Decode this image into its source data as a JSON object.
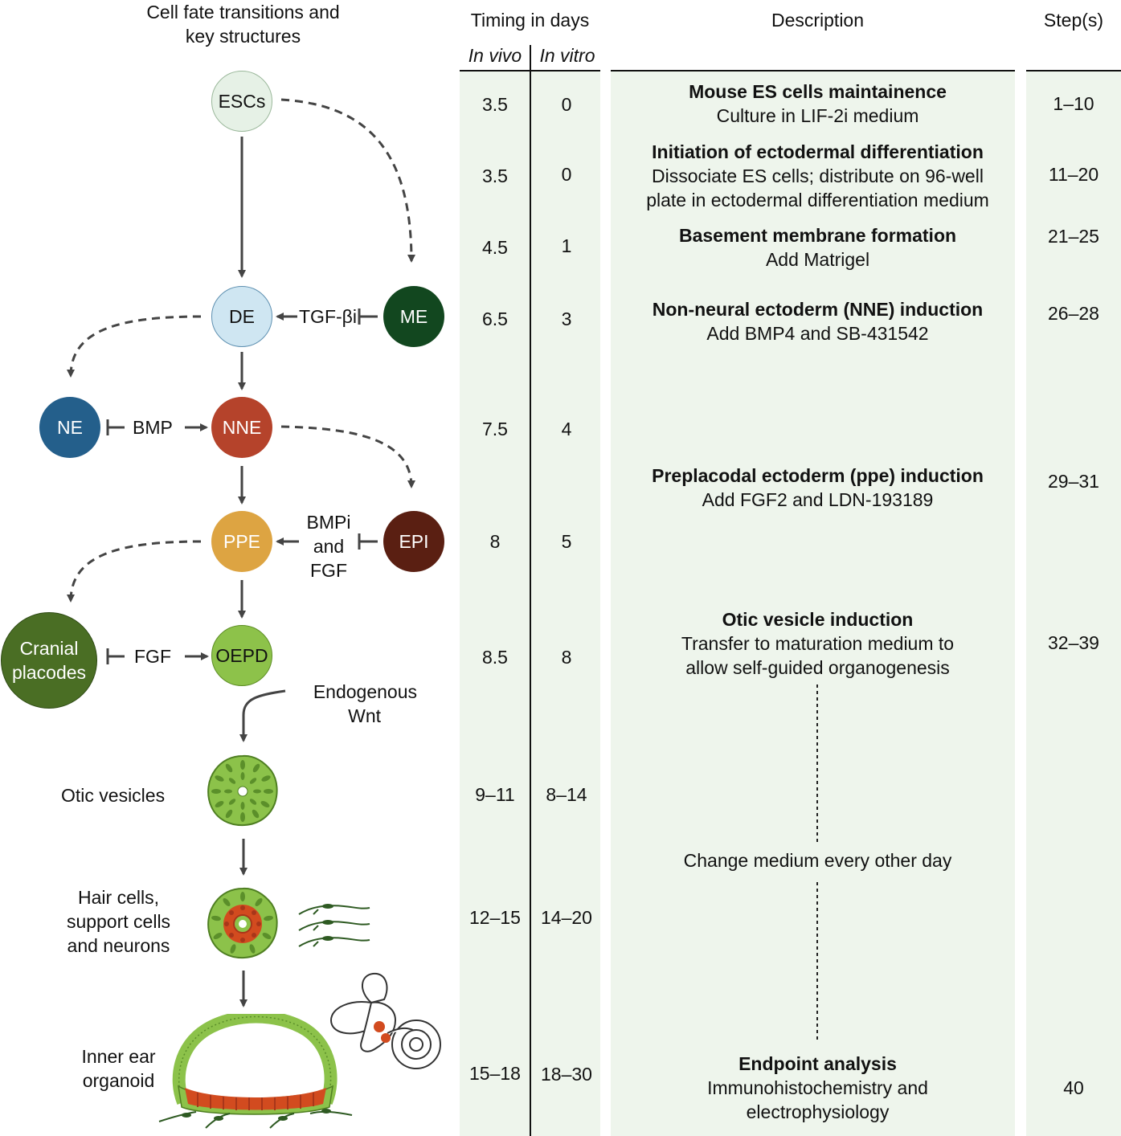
{
  "headers": {
    "cell_fate_line1": "Cell fate transitions and",
    "cell_fate_line2": "key structures",
    "timing": "Timing in days",
    "in_vivo": "In vivo",
    "in_vitro": "In vitro",
    "description": "Description",
    "steps": "Step(s)"
  },
  "nodes": {
    "escs": "ESCs",
    "de": "DE",
    "me": "ME",
    "ne": "NE",
    "nne": "NNE",
    "ppe": "PPE",
    "epi": "EPI",
    "cranial_line1": "Cranial",
    "cranial_line2": "placodes",
    "oepd": "OEPD"
  },
  "signals": {
    "tgf": "TGF-βi",
    "bmp": "BMP",
    "bmpi_line1": "BMPi",
    "bmpi_line2": "and",
    "bmpi_line3": "FGF",
    "fgf": "FGF",
    "wnt_line1": "Endogenous",
    "wnt_line2": "Wnt"
  },
  "structures": {
    "otic": "Otic vesicles",
    "hair_line1": "Hair cells,",
    "hair_line2": "support cells",
    "hair_line3": "and neurons",
    "inner_line1": "Inner ear",
    "inner_line2": "organoid"
  },
  "rows": [
    {
      "vivo": "3.5",
      "vitro": "0"
    },
    {
      "vivo": "3.5",
      "vitro": "0"
    },
    {
      "vivo": "4.5",
      "vitro": "1"
    },
    {
      "vivo": "6.5",
      "vitro": "3"
    },
    {
      "vivo": "7.5",
      "vitro": "4"
    },
    {
      "vivo": "8",
      "vitro": "5"
    },
    {
      "vivo": "8.5",
      "vitro": "8"
    },
    {
      "vivo": "9–11",
      "vitro": "8–14"
    },
    {
      "vivo": "12–15",
      "vitro": "14–20"
    },
    {
      "vivo": "15–18",
      "vitro": "18–30"
    }
  ],
  "descriptions": [
    {
      "title": "Mouse ES cells maintainence",
      "line1": "Culture in LIF-2i medium"
    },
    {
      "title": "Initiation of ectodermal differentiation",
      "line1": "Dissociate ES cells; distribute on 96-well",
      "line2": "plate in ectodermal differentiation medium"
    },
    {
      "title": "Basement membrane formation",
      "line1": "Add Matrigel"
    },
    {
      "title": "Non-neural ectoderm (NNE) induction",
      "line1": "Add BMP4 and SB-431542"
    },
    {
      "title": "Preplacodal ectoderm (ppe) induction",
      "line1": "Add FGF2 and LDN-193189"
    },
    {
      "title": "Otic vesicle induction",
      "line1": "Transfer to maturation medium to",
      "line2": "allow self-guided organogenesis"
    },
    {
      "title": "",
      "line1": "Change medium every other day"
    },
    {
      "title": "Endpoint analysis",
      "line1": "Immunohistochemistry and",
      "line2": "electrophysiology"
    }
  ],
  "steps": [
    "1–10",
    "11–20",
    "21–25",
    "26–28",
    "29–31",
    "32–39",
    "40"
  ],
  "colors": {
    "band": "#eef5ec",
    "escs": "#e6f1e6",
    "de": "#cfe6f2",
    "me": "#12471f",
    "ne": "#245f8b",
    "nne": "#b5432b",
    "ppe": "#dda442",
    "epi": "#5a1f12",
    "cranial": "#4a6e24",
    "oepd": "#8dc24a",
    "vesicle": "#8cc24a",
    "hair": "#d24b1f"
  }
}
